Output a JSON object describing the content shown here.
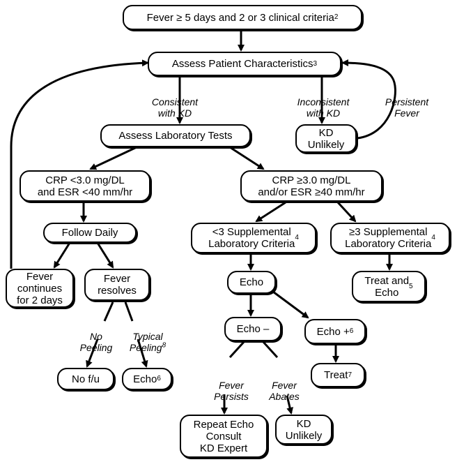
{
  "nodes": {
    "fever_start": {
      "text": "Fever ≥ 5 days and 2 or 3 clinical criteria",
      "sup": "2"
    },
    "assess_patient": {
      "text": "Assess Patient Characteristics",
      "sup": "3"
    },
    "assess_lab": {
      "text": "Assess Laboratory Tests",
      "sup": ""
    },
    "kd_unlikely_top": {
      "text": "KD\nUnlikely",
      "sup": ""
    },
    "crp_low": {
      "text": "CRP <3.0 mg/DL\nand ESR <40 mm/hr",
      "sup": ""
    },
    "crp_high": {
      "text": "CRP ≥3.0 mg/DL\nand/or ESR ≥40 mm/hr",
      "sup": ""
    },
    "follow_daily": {
      "text": "Follow Daily",
      "sup": ""
    },
    "lt3_supp": {
      "text": "<3 Supplemental\nLaboratory Criteria",
      "sup": "4"
    },
    "ge3_supp": {
      "text": "≥3 Supplemental\nLaboratory Criteria",
      "sup": "4"
    },
    "fever_continues": {
      "text": "Fever\ncontinues\nfor 2 days",
      "sup": ""
    },
    "fever_resolves": {
      "text": "Fever\nresolves",
      "sup": ""
    },
    "echo": {
      "text": "Echo",
      "sup": ""
    },
    "treat_echo": {
      "text": "Treat and\nEcho",
      "sup": "5"
    },
    "echo_neg": {
      "text": "Echo –",
      "sup": ""
    },
    "echo_pos": {
      "text": "Echo + ",
      "sup": "6"
    },
    "no_fu": {
      "text": "No f/u",
      "sup": ""
    },
    "echo6": {
      "text": "Echo",
      "sup": "6"
    },
    "treat7": {
      "text": "Treat",
      "sup": "7"
    },
    "repeat_echo": {
      "text": "Repeat Echo\nConsult\nKD Expert",
      "sup": ""
    },
    "kd_unlikely_bottom": {
      "text": "KD\nUnlikely",
      "sup": ""
    }
  },
  "labels": {
    "consistent": {
      "text": "Consistent\nwith KD",
      "sup": ""
    },
    "inconsistent": {
      "text": "Inconsistent\nwith KD",
      "sup": ""
    },
    "persistent": {
      "text": "Persistent\nFever",
      "sup": ""
    },
    "no_peeling": {
      "text": "No\nPeeling",
      "sup": ""
    },
    "typical_peeling": {
      "text": "Typical\nPeeling",
      "sup": "8"
    },
    "fever_persists": {
      "text": "Fever\nPersists",
      "sup": ""
    },
    "fever_abates": {
      "text": "Fever\nAbates",
      "sup": ""
    }
  }
}
